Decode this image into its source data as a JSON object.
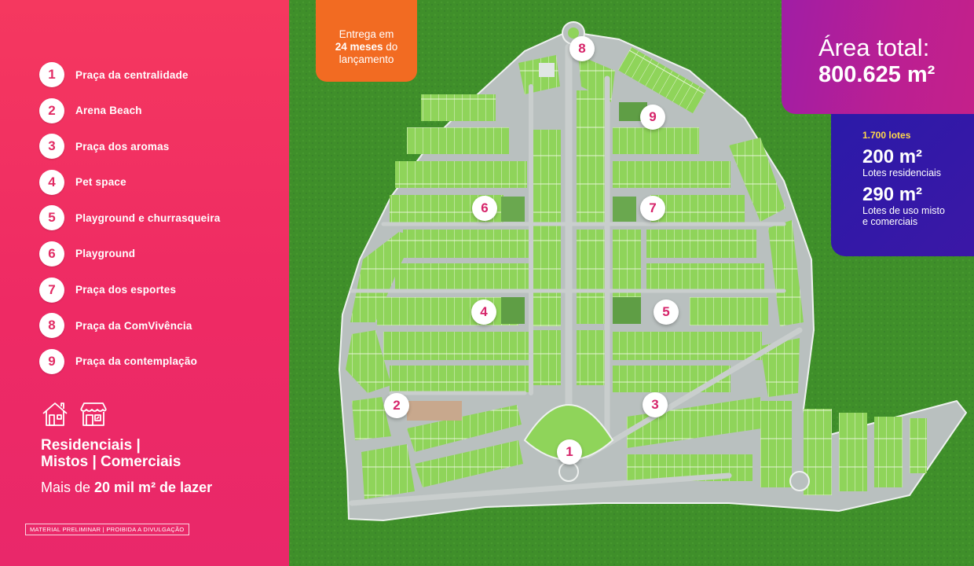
{
  "legend": {
    "items": [
      {
        "num": "1",
        "label": "Praça da centralidade"
      },
      {
        "num": "2",
        "label": "Arena Beach"
      },
      {
        "num": "3",
        "label": "Praça dos aromas"
      },
      {
        "num": "4",
        "label": "Pet space"
      },
      {
        "num": "5",
        "label": "Playground e churrasqueira"
      },
      {
        "num": "6",
        "label": "Playground"
      },
      {
        "num": "7",
        "label": "Praça dos esportes"
      },
      {
        "num": "8",
        "label": "Praça da ComVivência"
      },
      {
        "num": "9",
        "label": "Praça da contemplação"
      }
    ],
    "types_line1": "Residenciais |",
    "types_line2": "Mistos | Comerciais",
    "leisure_prefix": "Mais de ",
    "leisure_bold": "20 mil m² de lazer",
    "disclaimer": "MATERIAL PRELIMINAR | PROIBIDA A DIVULGAÇÃO"
  },
  "delivery": {
    "line1": "Entrega em",
    "bold": "24 meses",
    "line2_suffix": " do",
    "line3": "lançamento"
  },
  "area": {
    "title": "Área total:",
    "value": "800.625 m²"
  },
  "lots": {
    "count": "1.700 lotes",
    "residential_size": "200 m²",
    "residential_label": "Lotes residenciais",
    "mixed_size": "290 m²",
    "mixed_label_line1": "Lotes de uso misto",
    "mixed_label_line2": "e comerciais"
  },
  "markers": [
    {
      "num": "1"
    },
    {
      "num": "2"
    },
    {
      "num": "3"
    },
    {
      "num": "4"
    },
    {
      "num": "5"
    },
    {
      "num": "6"
    },
    {
      "num": "7"
    },
    {
      "num": "8"
    },
    {
      "num": "9"
    }
  ],
  "colors": {
    "panel_pink": "#ee2a64",
    "grass_green": "#3f8f2a",
    "lot_green": "#8fd45a",
    "road_gray": "#b9c0bf",
    "delivery_orange": "#f26b22",
    "area_purple": "#b01f9a",
    "lots_indigo": "#3318a7",
    "accent_yellow": "#ffd84a"
  }
}
